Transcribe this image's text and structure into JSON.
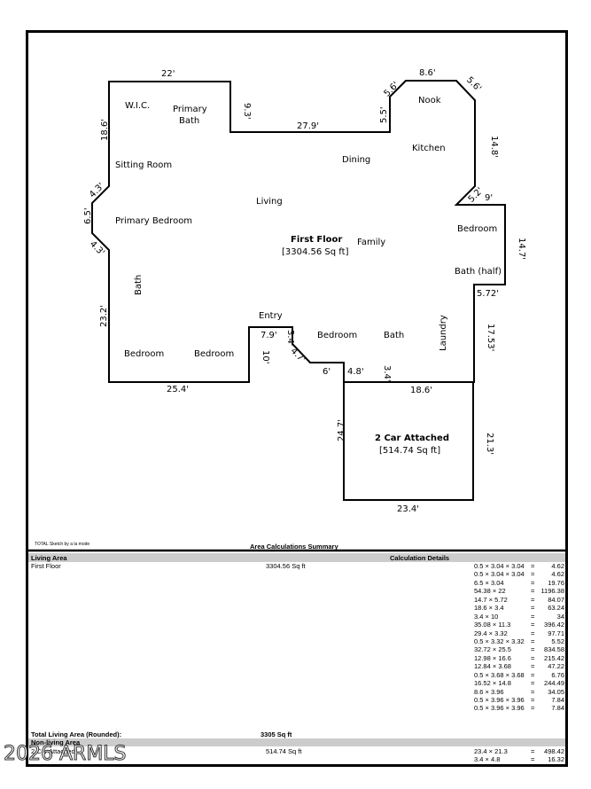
{
  "sketch": {
    "dims": [
      "22'",
      "9.3'",
      "27.9'",
      "5.5'",
      "5.6'",
      "8.6'",
      "5.6'",
      "14.8'",
      "5.2'",
      "9'",
      "14.7'",
      "5.72'",
      "17.53'",
      "18.6'",
      "3.4'",
      "4.8'",
      "6'",
      "4.7'",
      "3.4'",
      "7.9'",
      "10'",
      "25.4'",
      "23.2'",
      "4.3'",
      "6.5'",
      "4.3'",
      "18.6'",
      "24.7'",
      "23.4'",
      "21.3'"
    ],
    "rooms": [
      "W.I.C.",
      "Primary",
      "Bath",
      "Sitting Room",
      "Primary Bedroom",
      "Living",
      "Dining",
      "Kitchen",
      "Nook",
      "Family",
      "Bedroom",
      "Bath (half)",
      "Bath",
      "Entry",
      "Bedroom",
      "Bedroom",
      "Bedroom",
      "Bath",
      "Laundry"
    ],
    "first_floor_title": "First Floor",
    "first_floor_area": "[3304.56 Sq ft]",
    "garage_title": "2 Car Attached",
    "garage_area": "[514.74 Sq ft]"
  },
  "credit": "TOTAL Sketch by a la mode",
  "summary_title": "Area Calculations Summary",
  "living_header": "Living Area",
  "calc_header": "Calculation Details",
  "first_floor_label": "First Floor",
  "first_floor_sqft": "3304.56 Sq ft",
  "calcs": [
    [
      "0.5 × 3.04 × 3.04",
      "=",
      "4.62"
    ],
    [
      "0.5 × 3.04 × 3.04",
      "=",
      "4.62"
    ],
    [
      "6.5 × 3.04",
      "=",
      "19.76"
    ],
    [
      "54.38 × 22",
      "=",
      "1196.38"
    ],
    [
      "14.7 × 5.72",
      "=",
      "84.07"
    ],
    [
      "18.6 × 3.4",
      "=",
      "63.24"
    ],
    [
      "3.4 × 10",
      "=",
      "34"
    ],
    [
      "35.08 × 11.3",
      "=",
      "396.42"
    ],
    [
      "29.4 × 3.32",
      "=",
      "97.71"
    ],
    [
      "0.5 × 3.32 × 3.32",
      "=",
      "5.52"
    ],
    [
      "32.72 × 25.5",
      "=",
      "834.58"
    ],
    [
      "12.98 × 16.6",
      "=",
      "215.42"
    ],
    [
      "12.84 × 3.68",
      "=",
      "47.22"
    ],
    [
      "0.5 × 3.68 × 3.68",
      "=",
      "6.76"
    ],
    [
      "16.52 × 14.8",
      "=",
      "244.49"
    ],
    [
      "8.6 × 3.96",
      "=",
      "34.05"
    ],
    [
      "0.5 × 3.96 × 3.96",
      "=",
      "7.84"
    ],
    [
      "0.5 × 3.96 × 3.96",
      "=",
      "7.84"
    ]
  ],
  "total_label": "Total Living Area (Rounded):",
  "total_value": "3305 Sq ft",
  "nonliving_header": "Non-living Area",
  "nonliving_label": "2 Car Attached",
  "nonliving_sqft": "514.74 Sq ft",
  "nonliving_calcs": [
    [
      "23.4 × 21.3",
      "=",
      "498.42"
    ],
    [
      "3.4 × 4.8",
      "=",
      "16.32"
    ]
  ],
  "watermark": "2026 ARMLS"
}
